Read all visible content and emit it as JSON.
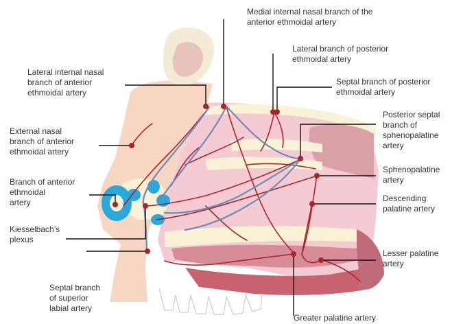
{
  "labels": {
    "medial_internal_nasal_1": "Medial internal nasal branch of the",
    "medial_internal_nasal_2": "anterior ethmoidal artery",
    "lateral_posterior_ethmoidal_1": "Lateral branch of posterior",
    "lateral_posterior_ethmoidal_2": "ethmoidal artery",
    "lateral_internal_nasal_1": "Lateral internal nasal",
    "lateral_internal_nasal_2": "branch of anterior",
    "lateral_internal_nasal_3": "ethmoidal artery",
    "septal_posterior_ethmoidal_1": "Septal branch of posterior",
    "septal_posterior_ethmoidal_2": "ethmoidal artery",
    "posterior_septal_sphenopalatine_1": "Posterior septal",
    "posterior_septal_sphenopalatine_2": "branch of",
    "posterior_septal_sphenopalatine_3": "sphenopalatine",
    "posterior_septal_sphenopalatine_4": "artery",
    "external_nasal_1": "External nasal",
    "external_nasal_2": "branch of anterior",
    "external_nasal_3": "ethmoidal artery",
    "sphenopalatine_1": "Sphenopalatine",
    "sphenopalatine_2": "artery",
    "branch_anterior_ethmoidal_1": "Branch of anterior",
    "branch_anterior_ethmoidal_2": "ethmoidal",
    "branch_anterior_ethmoidal_3": "artery",
    "descending_palatine_1": "Descending",
    "descending_palatine_2": "palatine artery",
    "kiesselbach_1": "Kiesselbach’s",
    "kiesselbach_2": "plexus",
    "lesser_palatine_1": "Lesser palatine",
    "lesser_palatine_2": "artery",
    "septal_superior_labial_1": "Septal branch",
    "septal_superior_labial_2": "of superior",
    "septal_superior_labial_3": "labial artery",
    "greater_palatine": "Greater palatine artery"
  },
  "colors": {
    "artery": "#a8242b",
    "vein": "#6f89b8",
    "plexus": "#2aa8dc",
    "mucosa": "#f5cbd3",
    "bone": "#f9f2d6",
    "pointer": "#111111"
  }
}
